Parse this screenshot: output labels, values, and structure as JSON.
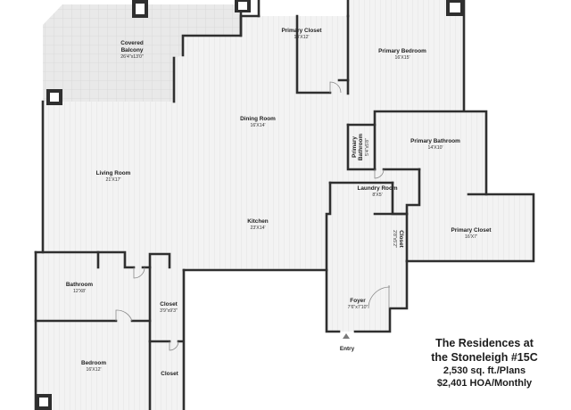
{
  "colors": {
    "wall": "#2f2f2f",
    "floor": "#f1f1f1",
    "floor_lines": "#e2e2e2",
    "balcony": "#e6e6e6",
    "door": "#7a7a7a"
  },
  "rooms": {
    "covered_balcony": {
      "name_line1": "Covered",
      "name_line2": "Balcony",
      "dims": "26'4\"x13'0\""
    },
    "primary_closet_top": {
      "name": "Primary Closet",
      "dims": "14'X12'"
    },
    "primary_bedroom": {
      "name": "Primary Bedroom",
      "dims": "16'X15'"
    },
    "dining_room": {
      "name": "Dining Room",
      "dims": "16'X14'"
    },
    "primary_bathroom": {
      "name": "Primary Bathroom",
      "dims": "14'X10'"
    },
    "primary_bathroom_small": {
      "name_line1": "Primary",
      "name_line2": "Bathroom",
      "dims": "5'4\"x5'8\""
    },
    "living_room": {
      "name": "Living Room",
      "dims": "21'X17'"
    },
    "laundry_room": {
      "name": "Laundry Room",
      "dims": "8'X5'"
    },
    "kitchen": {
      "name": "Kitchen",
      "dims": "23'X14'"
    },
    "closet_small": {
      "name": "Closet",
      "dims": "2'8\"x5'2\""
    },
    "primary_closet_right": {
      "name": "Primary Closet",
      "dims": "16'X7'"
    },
    "bathroom": {
      "name": "Bathroom",
      "dims": "12'X8'"
    },
    "closet_mid": {
      "name": "Closet",
      "dims": "3'9\"x9'3\""
    },
    "foyer": {
      "name": "Foyer",
      "dims": "7'6\"x7'10\""
    },
    "bedroom": {
      "name": "Bedroom",
      "dims": "16'X12'"
    },
    "closet_low": {
      "name": "Closet"
    }
  },
  "entry_label": "Entry",
  "info": {
    "line1": "The Residences at",
    "line2": "the Stoneleigh #15C",
    "line3": "2,530 sq. ft./Plans",
    "line4": "$2,401 HOA/Monthly"
  }
}
